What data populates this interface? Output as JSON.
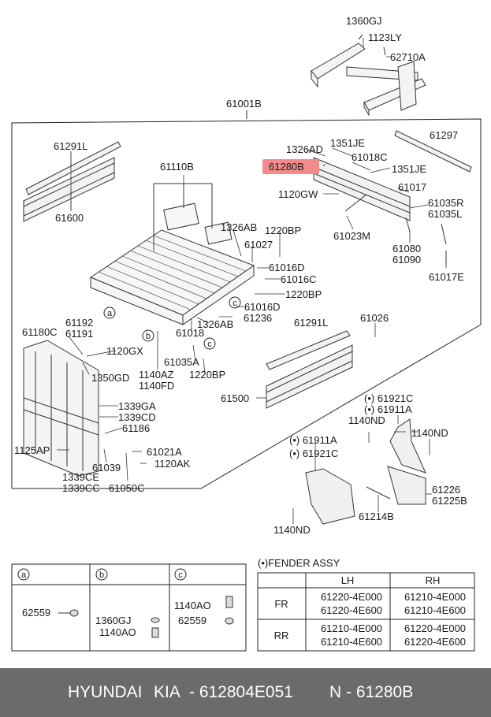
{
  "parts": {
    "p1360GJ": "1360GJ",
    "p1123LY": "1123LY",
    "p62710A": "62710A",
    "p61001B": "61001B",
    "p61291L_top": "61291L",
    "p61600": "61600",
    "p61110B": "61110B",
    "p1326AD": "1326AD",
    "p1351JE_a": "1351JE",
    "p61297": "61297",
    "p61280B": "61280B",
    "p61018C": "61018C",
    "p1351JE_b": "1351JE",
    "p1120GW": "1120GW",
    "p61017": "61017",
    "p61035R": "61035R",
    "p61035L": "61035L",
    "p61023M": "61023M",
    "p61080": "61080",
    "p61090": "61090",
    "p61017E": "61017E",
    "p1326AB_a": "1326AB",
    "p1220BP_a": "1220BP",
    "p61027": "61027",
    "p61016D_a": "61016D",
    "p61016C": "61016C",
    "p1220BP_b": "1220BP",
    "p61016D_b": "61016D",
    "p61236": "61236",
    "p1326AB_b": "1326AB",
    "p61018": "61018",
    "p61035A": "61035A",
    "p1220BP_c": "1220BP",
    "p1140AZ": "1140AZ",
    "p1140FD": "1140FD",
    "p61180C": "61180C",
    "p61192": "61192",
    "p61191": "61191",
    "p1120GX": "1120GX",
    "p1350GD": "1350GD",
    "p61291L_mid": "61291L",
    "p61026": "61026",
    "p61500": "61500",
    "p1339GA": "1339GA",
    "p1339CD": "1339CD",
    "p61186": "61186",
    "p1125AP": "1125AP",
    "p61021A": "61021A",
    "p1120AK": "1120AK",
    "p61039": "61039",
    "p1339CE": "1339CE",
    "p1339CC": "1339CC",
    "p61050C": "61050C",
    "p61921C_a": "(•) 61921C",
    "p61911A_a": "(•) 61911A",
    "p1140ND_a": "1140ND",
    "p1140ND_b": "1140ND",
    "p61911A_b": "(•) 61911A",
    "p61921C_b": "(•) 61921C",
    "p61226": "61226",
    "p61225B": "61225B",
    "p61214B": "61214B",
    "p1140ND_c": "1140ND"
  },
  "callouts": {
    "a": "a",
    "b": "b",
    "c": "c"
  },
  "legend": {
    "a": {
      "key": "a",
      "items": [
        "62559"
      ]
    },
    "b": {
      "key": "b",
      "items": [
        "1360GJ",
        "1140AO"
      ]
    },
    "c": {
      "key": "c",
      "items": [
        "1140AO",
        "62559"
      ]
    }
  },
  "fender": {
    "title": "(•)FENDER ASSY",
    "col_lh": "LH",
    "col_rh": "RH",
    "rows": [
      {
        "label": "FR",
        "lh": [
          "61220-4E000",
          "61220-4E600"
        ],
        "rh": [
          "61210-4E000",
          "61210-4E600"
        ]
      },
      {
        "label": "RR",
        "lh": [
          "61210-4E000",
          "61210-4E600"
        ],
        "rh": [
          "61220-4E000",
          "61220-4E600"
        ]
      }
    ]
  },
  "footer": {
    "brand": "HYUNDAI",
    "brand2": "KIA",
    "part_number": "- 612804E051",
    "ref": "N - 61280B"
  },
  "colors": {
    "highlight": "#f28c8c",
    "footer_bg": "#6b6b6b",
    "footer_text": "#ffffff"
  }
}
